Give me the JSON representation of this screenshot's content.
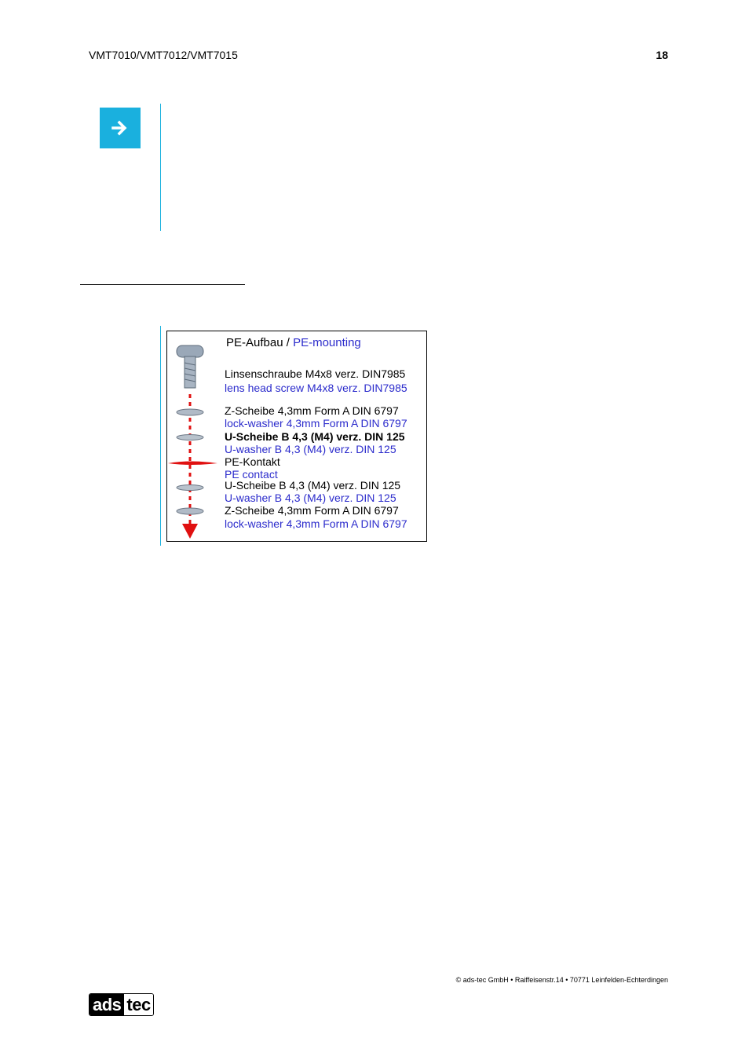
{
  "header": {
    "model": "VMT7010/VMT7012/VMT7015",
    "page_number": "18"
  },
  "note": {
    "icon": "arrow-right-icon",
    "accent_color": "#1ab0de"
  },
  "figure": {
    "title_de": "PE-Aufbau",
    "title_sep": " / ",
    "title_en": "PE-mounting",
    "lines": [
      {
        "text": "Linsenschraube M4x8 verz. DIN7985",
        "lang": "de"
      },
      {
        "text": "lens head screw M4x8 verz. DIN7985",
        "lang": "en"
      },
      {
        "text": "Z-Scheibe 4,3mm Form A DIN 6797",
        "lang": "de"
      },
      {
        "text": "lock-washer 4,3mm Form A DIN 6797",
        "lang": "en"
      },
      {
        "text": "U-Scheibe B 4,3 (M4) verz. DIN 125",
        "lang": "de"
      },
      {
        "text": "U-washer B 4,3 (M4) verz. DIN 125",
        "lang": "en"
      },
      {
        "text": "PE-Kontakt",
        "lang": "de"
      },
      {
        "text": "PE contact",
        "lang": "en"
      },
      {
        "text": "U-Scheibe B 4,3 (M4) verz. DIN 125",
        "lang": "de"
      },
      {
        "text": "U-washer B 4,3 (M4) verz. DIN 125",
        "lang": "en"
      },
      {
        "text": "Z-Scheibe 4,3mm Form A DIN 6797",
        "lang": "de"
      },
      {
        "text": "lock-washer 4,3mm Form A DIN 6797",
        "lang": "en"
      }
    ],
    "english_color": "#2c2ccc",
    "arrow_color": "#e01010"
  },
  "footer": {
    "address": "© ads-tec GmbH • Raiffeisenstr.14 • 70771 Leinfelden-Echterdingen",
    "logo_text_a": "ads",
    "logo_text_b": "tec"
  }
}
